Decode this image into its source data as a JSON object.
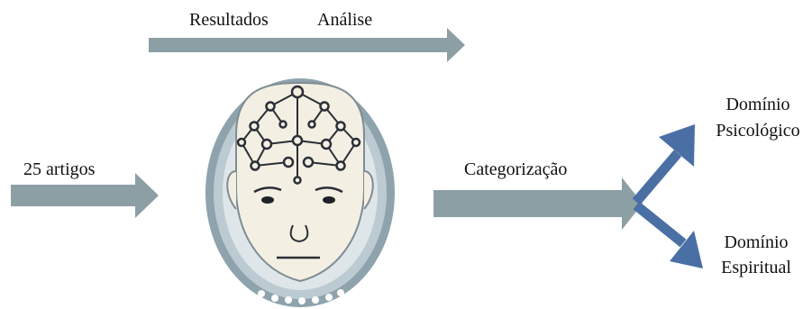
{
  "labels": {
    "top_left": "Resultados",
    "top_right": "Análise",
    "input": "25 artigos",
    "process": "Categorização",
    "domain_psych_line1": "Domínio",
    "domain_psych_line2": "Psicológico",
    "domain_spirit_line1": "Domínio",
    "domain_spirit_line2": "Espiritual"
  },
  "colors": {
    "arrow_gray": "#8c9fa5",
    "arrow_blue": "#4a6fa5",
    "head_ring": "#8fa3ad",
    "face_fill": "#f3efe3",
    "line_dark": "#2a2f36"
  },
  "icons": {
    "head": "head-with-brain-network-icon"
  }
}
